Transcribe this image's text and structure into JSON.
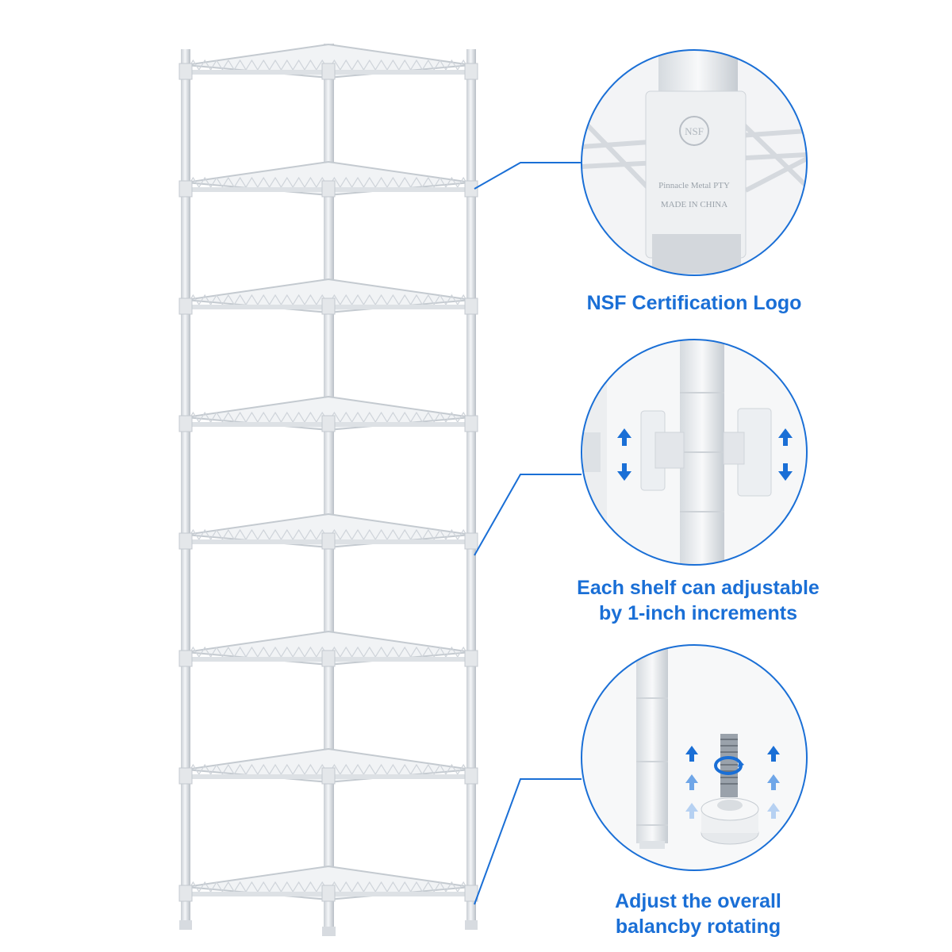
{
  "product": {
    "color": "#e9ecef",
    "shelf_count": 8,
    "accent_color": "#1a6fd6"
  },
  "callouts": [
    {
      "id": "nsf",
      "lines": [
        "NSF Certification Logo"
      ],
      "icon": "nsf-logo-icon"
    },
    {
      "id": "adjust",
      "lines": [
        "Each shelf can adjustable",
        "by 1-inch increments"
      ],
      "icon": "up-down-arrows-icon"
    },
    {
      "id": "balance",
      "lines": [
        "Adjust the overall",
        "balancby rotating"
      ],
      "icon": "rotating-foot-icon"
    }
  ],
  "nsf_badge": {
    "logo": "NSF",
    "line1": "Pinnacle Metal PTY",
    "line2": "MADE IN CHINA"
  }
}
